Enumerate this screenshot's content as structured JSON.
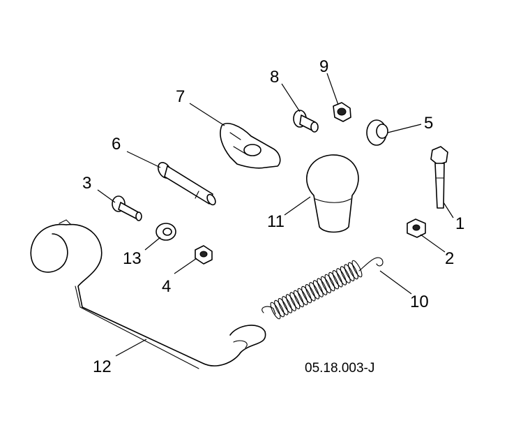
{
  "drawing_code": "05.18.003-J",
  "callouts": [
    {
      "id": "1",
      "label": "1"
    },
    {
      "id": "2",
      "label": "2"
    },
    {
      "id": "3",
      "label": "3"
    },
    {
      "id": "4",
      "label": "4"
    },
    {
      "id": "5",
      "label": "5"
    },
    {
      "id": "6",
      "label": "6"
    },
    {
      "id": "7",
      "label": "7"
    },
    {
      "id": "8",
      "label": "8"
    },
    {
      "id": "9",
      "label": "9"
    },
    {
      "id": "10",
      "label": "10"
    },
    {
      "id": "11",
      "label": "11"
    },
    {
      "id": "12",
      "label": "12"
    },
    {
      "id": "13",
      "label": "13"
    }
  ]
}
